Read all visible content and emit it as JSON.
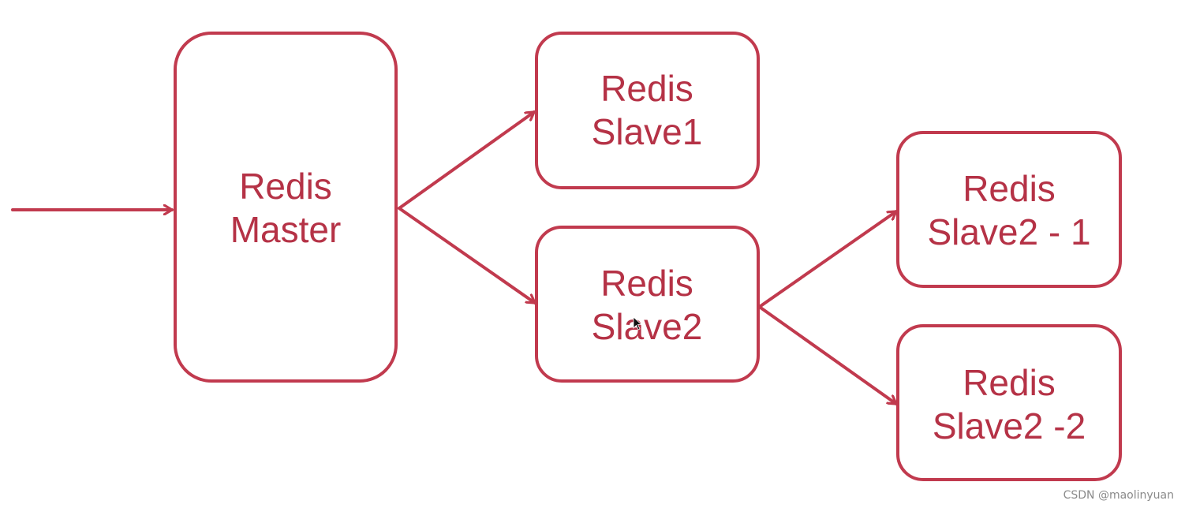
{
  "colors": {
    "stroke": "#c13a4e",
    "text": "#b53246",
    "background": "#ffffff"
  },
  "nodes": {
    "master": {
      "line1": "Redis",
      "line2": "Master"
    },
    "slave1": {
      "line1": "Redis",
      "line2": "Slave1"
    },
    "slave2": {
      "line1": "Redis",
      "line2": "Slave2"
    },
    "slave2_1": {
      "line1": "Redis",
      "line2": "Slave2 - 1"
    },
    "slave2_2": {
      "line1": "Redis",
      "line2": "Slave2 -2"
    }
  },
  "edges": [
    {
      "from": "input",
      "to": "master"
    },
    {
      "from": "master",
      "to": "slave1"
    },
    {
      "from": "master",
      "to": "slave2"
    },
    {
      "from": "slave2",
      "to": "slave2_1"
    },
    {
      "from": "slave2",
      "to": "slave2_2"
    }
  ],
  "watermark": "CSDN @maolinyuan"
}
